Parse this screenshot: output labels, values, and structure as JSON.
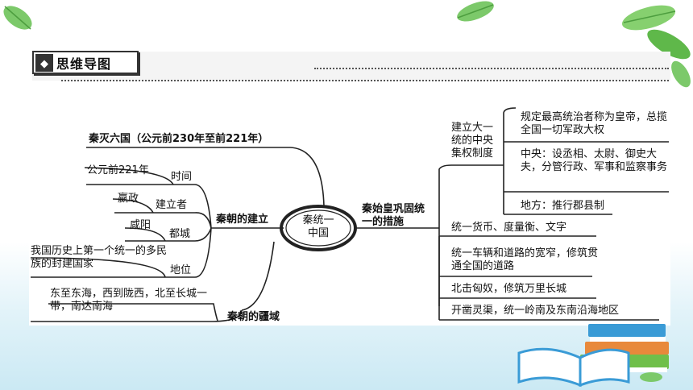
{
  "header": {
    "title": "思维导图"
  },
  "center": {
    "line1": "秦统一",
    "line2": "中国"
  },
  "left": {
    "top": "秦灭六国（公元前230年至前221年）",
    "establish": {
      "title": "秦朝的建立",
      "time_label": "时间",
      "time_value": "公元前221年",
      "founder_label": "建立者",
      "founder_value": "嬴政",
      "capital_label": "都城",
      "capital_value": "咸阳",
      "status_label": "地位",
      "status_value": "我国历史上第一个统一的多民族的封建国家"
    },
    "territory": {
      "title": "秦朝的疆域",
      "value": "东至东海，西到陇西，北至长城一带，南达南海"
    }
  },
  "right": {
    "title": "秦始皇巩固统一的措施",
    "central": {
      "label": "建立大一统的中央集权制度",
      "items": [
        "规定最高统治者称为皇帝，总揽全国一切军政大权",
        "中央：设丞相、太尉、御史大夫，分管行政、军事和监察事务",
        "地方：推行郡县制"
      ]
    },
    "measures": [
      "统一货币、度量衡、文字",
      "统一车辆和道路的宽窄，修筑贯通全国的道路",
      "北击匈奴，修筑万里长城",
      "开凿灵渠，统一岭南及东南沿海地区"
    ]
  }
}
